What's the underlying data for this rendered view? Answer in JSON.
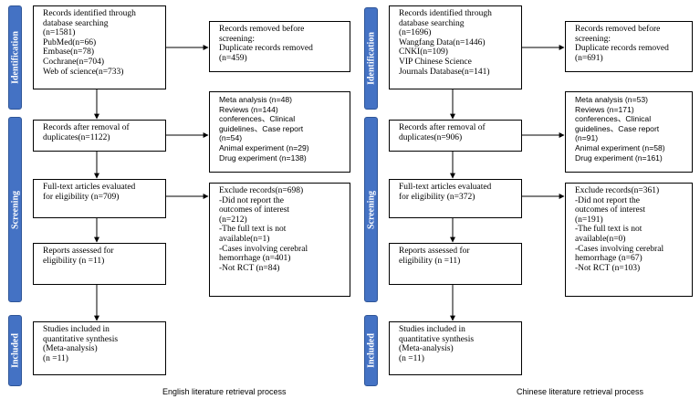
{
  "english": {
    "phases": [
      "Identification",
      "Screening",
      "Included"
    ],
    "identified": "Records identified through\ndatabase searching\n(n=1581)\nPubMed(n=66)\nEmbase(n=78)\nCochrane(n=704)\nWeb of science(n=733)",
    "removed_before": "Records removed before\nscreening:\nDuplicate records removed\n(n=459)",
    "after_dup": "Records after removal of\nduplicates(n=1122)",
    "excluded_screen": "Meta analysis  (n=48)\nReviews  (n=144)\nconferences、Clinical\nguidelines、Case report\n(n=54)\nAnimal experiment  (n=29)\nDrug experiment  (n=138)",
    "fulltext": "Full-text articles evaluated\nfor eligibility  (n=709)",
    "exclude_records": "Exclude records(n=698)\n  -Did not report the\noutcomes of interest\n(n=212)\n  -The full text is not\navailable(n=1)\n-Cases involving cerebral\nhemorrhage  (n=401)\n-Not RCT  (n=84)",
    "assessed": "Reports assessed for\neligibility  (n =11)",
    "included": "Studies included in\nquantitative synthesis\n(Meta-analysis)\n(n =11)",
    "caption": "English literature retrieval process"
  },
  "chinese": {
    "phases": [
      "Identification",
      "Screening",
      "Included"
    ],
    "identified": "Records identified through\ndatabase searching\n(n=1696)\nWangfang Data(n=1446)\nCNKI(n=109)\nVIP Chinese Science\nJournals Database(n=141)",
    "removed_before": "Records removed before\nscreening:\nDuplicate records removed\n(n=691)",
    "after_dup": "Records after removal of\nduplicates(n=906)",
    "excluded_screen": "Meta analysis  (n=53)\nReviews  (n=171)\nconferences、Clinical\nguidelines、Case report\n(n=91)\nAnimal experiment  (n=58)\nDrug experiment  (n=161)",
    "fulltext": "Full-text articles evaluated\nfor eligibility  (n=372)",
    "exclude_records": "Exclude records(n=361)\n  -Did not report the\noutcomes of interest\n(n=191)\n  -The full text is not\navailable(n=0)\n-Cases involving cerebral\nhemorrhage  (n=67)\n-Not RCT  (n=103)",
    "assessed": "Reports assessed for\neligibility  (n =11)",
    "included": "Studies included in\nquantitative synthesis\n(Meta-analysis)\n(n =11)",
    "caption": "Chinese literature retrieval process"
  }
}
